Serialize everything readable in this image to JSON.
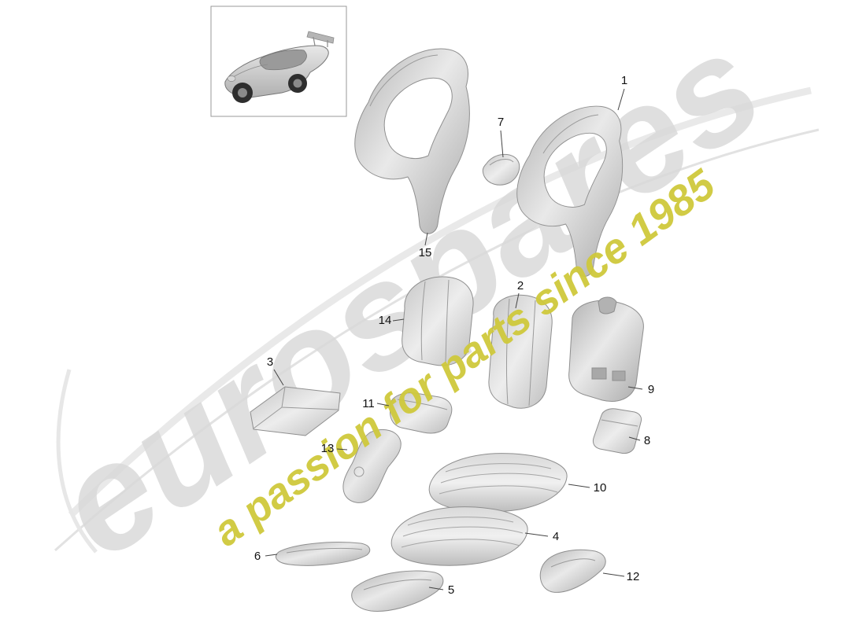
{
  "page": {
    "background": "#ffffff"
  },
  "diagram": {
    "kind": "seat-foam-parts-diagram"
  },
  "watermark": {
    "brand": "eurospares",
    "tagline": "a passion for parts since 1985",
    "brand_color": "#d9d9d9",
    "tagline_color": "#cfc93c"
  },
  "thumbnail": {
    "icon": "porsche-911-gt3-icon"
  },
  "parts": [
    {
      "number": "1"
    },
    {
      "number": "2"
    },
    {
      "number": "3"
    },
    {
      "number": "4"
    },
    {
      "number": "5"
    },
    {
      "number": "6"
    },
    {
      "number": "7"
    },
    {
      "number": "8"
    },
    {
      "number": "9"
    },
    {
      "number": "10"
    },
    {
      "number": "11"
    },
    {
      "number": "12"
    },
    {
      "number": "13"
    },
    {
      "number": "14"
    },
    {
      "number": "15"
    }
  ]
}
